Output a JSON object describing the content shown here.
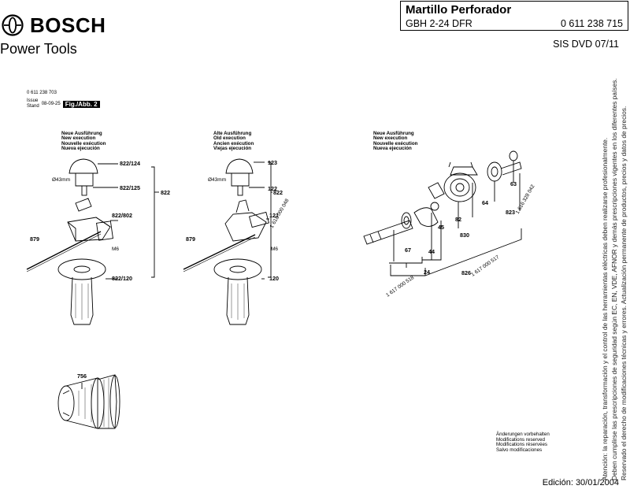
{
  "header": {
    "brand": "BOSCH",
    "tagline": "Power Tools",
    "title": "Martillo Perforador",
    "model": "GBH 2-24 DFR",
    "part_number": "0 611 238 715",
    "sis": "SIS DVD 07/11"
  },
  "info": {
    "number": "0 611 238 703",
    "issue_label": "Issue",
    "stand_label": "Stand",
    "issue_date": "08-09-25",
    "figure": "Fig./Abb. 2"
  },
  "execution_blocks": [
    {
      "lines": [
        "Neue Ausführung",
        "New execution",
        "Nouvelle exécution",
        "Nueva ejecución"
      ]
    },
    {
      "lines": [
        "Alte Ausführung",
        "Old execution",
        "Ancien exécution",
        "Viejas ejecución"
      ]
    },
    {
      "lines": [
        "Neue Ausführung",
        "New execution",
        "Nouvelle exécution",
        "Nueva ejecución"
      ]
    }
  ],
  "group1": {
    "diam": "Ø43mm",
    "m6": "M6",
    "p1": "822/124",
    "p2": "822/125",
    "p3": "822/802",
    "p4": "822/120",
    "total": "822",
    "rod": "879"
  },
  "group2": {
    "diam": "Ø43mm",
    "m6": "M6",
    "p1": "123",
    "p2": "122",
    "p3": "121",
    "p4": "120",
    "total": "822",
    "rod": "879",
    "ref": "1 618 000 048"
  },
  "group3": {
    "p67": "67",
    "p45": "45",
    "p44": "44",
    "p24": "24",
    "p82": "82",
    "p830": "830",
    "p64": "64",
    "p63": "63",
    "p823": "823",
    "p826": "826",
    "ref1": "1 617 000 518",
    "ref2": "1 617 000 517",
    "ref3": "1 616 328 042"
  },
  "chuck": {
    "label": "756"
  },
  "legal": [
    "Atención: la reparación, transformación y el control de las herramientas eléctricas deben realizarse profesionalmente.",
    "Deben cumplirse las prescripciones de seguridad según EC, EN, VDE, AFNOR y demás prescripciones vigentes en los diferentes países.",
    "Reservado el derecho de modificaciones técnicas y errores. Actualización permanente de productos, precios y datos de precios."
  ],
  "modifications": [
    "Änderungen vorbehalten",
    "Modifications reserved",
    "Modifications réservées",
    "Salvo modificaciones"
  ],
  "footer": {
    "edition": "Edición: 30/01/2004"
  }
}
